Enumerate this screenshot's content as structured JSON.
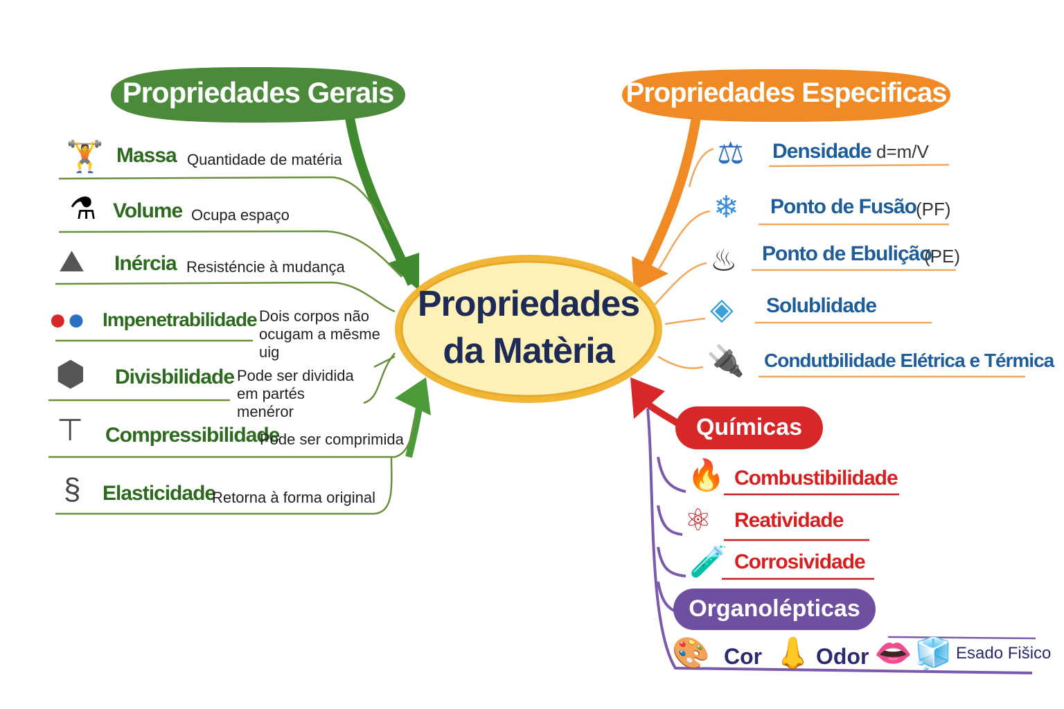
{
  "center": {
    "line1": "Propriedades",
    "line2": "da Matèria"
  },
  "gerais": {
    "title": "Propriedades Gerais",
    "color": "#4a8a3a",
    "items": [
      {
        "icon": "weight-icon",
        "name": "Massa",
        "desc": "Quantidade de matéria"
      },
      {
        "icon": "flask-icon",
        "name": "Volume",
        "desc": "Ocupa espaço"
      },
      {
        "icon": "rock-icon",
        "name": "Inércia",
        "desc": "Resisténcie à mudança"
      },
      {
        "icon": "molecules-icon",
        "name": "Impenetrabilidade",
        "desc": "Dois corpos não ocugam a mēsme uig"
      },
      {
        "icon": "cubes-icon",
        "name": "Divisbilidade",
        "desc": "Pode ser dividida em partés menéror"
      },
      {
        "icon": "press-icon",
        "name": "Compressibilidade",
        "desc": "Pode ser comprimida"
      },
      {
        "icon": "spring-icon",
        "name": "Elasticidade",
        "desc": "Retorna à forma original"
      }
    ]
  },
  "especificas": {
    "title": "Propriedades Especificas",
    "color": "#f08a24",
    "items": [
      {
        "icon": "balance-icon",
        "name": "Densidade",
        "extra": "d=m/V"
      },
      {
        "icon": "melting-ice-icon",
        "name": "Ponto de Fusão",
        "extra": "(PF)"
      },
      {
        "icon": "boiling-pot-icon",
        "name": "Ponto de Ebulição",
        "extra": "(PE)"
      },
      {
        "icon": "dissolving-icon",
        "name": "Solublidade",
        "extra": ""
      },
      {
        "icon": "conductor-icon",
        "name": "Condutbilidade Elétrica e Térmica",
        "extra": ""
      }
    ]
  },
  "quimicas": {
    "title": "Químicas",
    "color": "#d62828",
    "items": [
      {
        "icon": "fire-icon",
        "name": "Combustibilidade"
      },
      {
        "icon": "atom-icon",
        "name": "Reatividade"
      },
      {
        "icon": "acid-bottle-icon",
        "name": "Corrosividade"
      }
    ]
  },
  "organolepticas": {
    "title": "Organolépticas",
    "color": "#6f4fa0",
    "items": [
      {
        "icon": "palette-icon",
        "name": "Cor"
      },
      {
        "icon": "nose-icon",
        "name": "Odor"
      },
      {
        "icon": "mouth-icon",
        "name": ""
      },
      {
        "icon": "states-icon",
        "name": "Esado Fišico"
      }
    ]
  }
}
